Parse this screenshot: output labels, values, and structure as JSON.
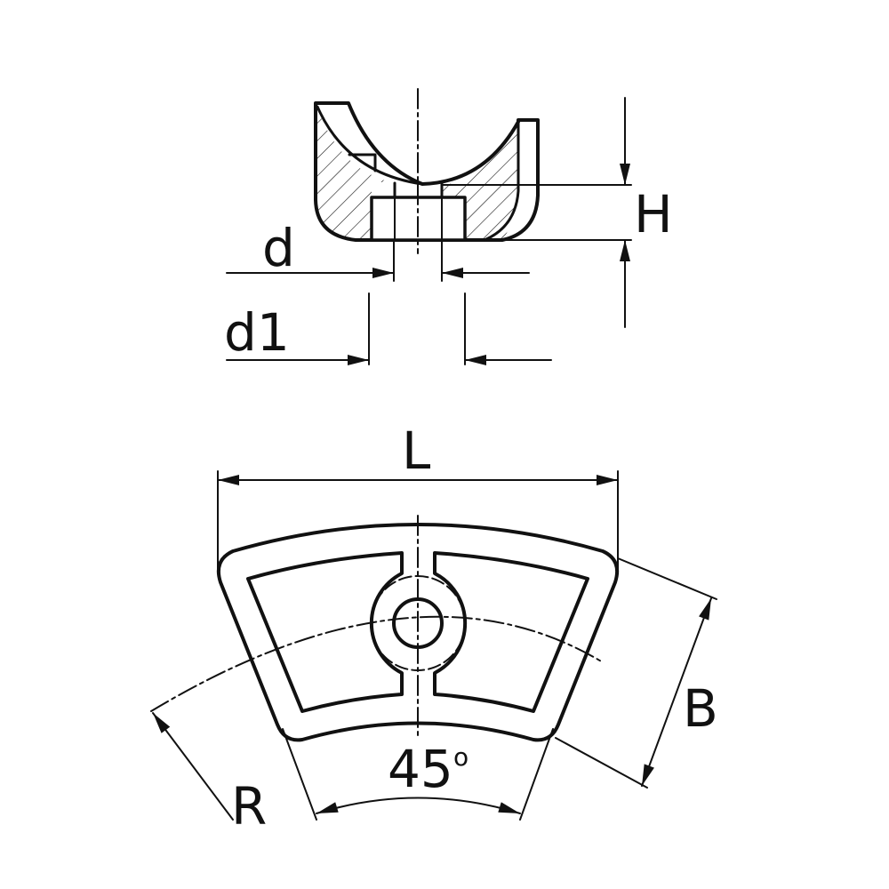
{
  "labels": {
    "d": "d",
    "d1": "d1",
    "H": "H",
    "L": "L",
    "B": "B",
    "R": "R",
    "angle": "45",
    "degree": "o"
  },
  "colors": {
    "line": "#111111",
    "background": "#ffffff"
  }
}
